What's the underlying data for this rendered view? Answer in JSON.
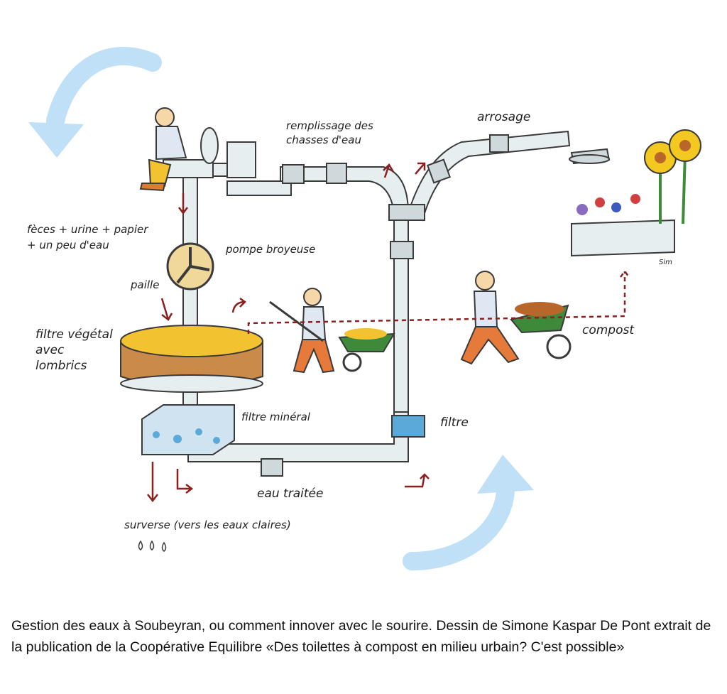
{
  "labels": {
    "remplissage": [
      "remplissage des",
      "chasses d'eau"
    ],
    "arrosage": "arrosage",
    "feces": [
      "fèces + urine + papier",
      "+ un peu d'eau"
    ],
    "pompe": "pompe broyeuse",
    "paille": "paille",
    "filtre_vegetal": [
      "filtre végétal",
      "avec",
      "lombrics"
    ],
    "compost": "compost",
    "filtre_mineral": "filtre minéral",
    "filtre": "filtre",
    "eau_traitee": "eau traitée",
    "surverse": "surverse (vers les eaux claires)",
    "signature": "Sim"
  },
  "caption": "Gestion des eaux à Soubeyran, ou comment innover avec le sourire. Dessin de Simone Kaspar De Pont extrait de la publication de la Coopérative Equilibre «Des toilettes à compost en milieu urbain? C'est possible»",
  "colors": {
    "pipe": "#e6eef0",
    "pipe_stroke": "#3a3a3a",
    "cycle_arrow": "#bfe0f6",
    "arrow_red": "#8a2020",
    "straw": "#f2c230",
    "wood": "#c98a4a",
    "flower_yellow": "#f3c820",
    "leaf_green": "#3f8a3a",
    "water_blue": "#5aa9d8"
  }
}
